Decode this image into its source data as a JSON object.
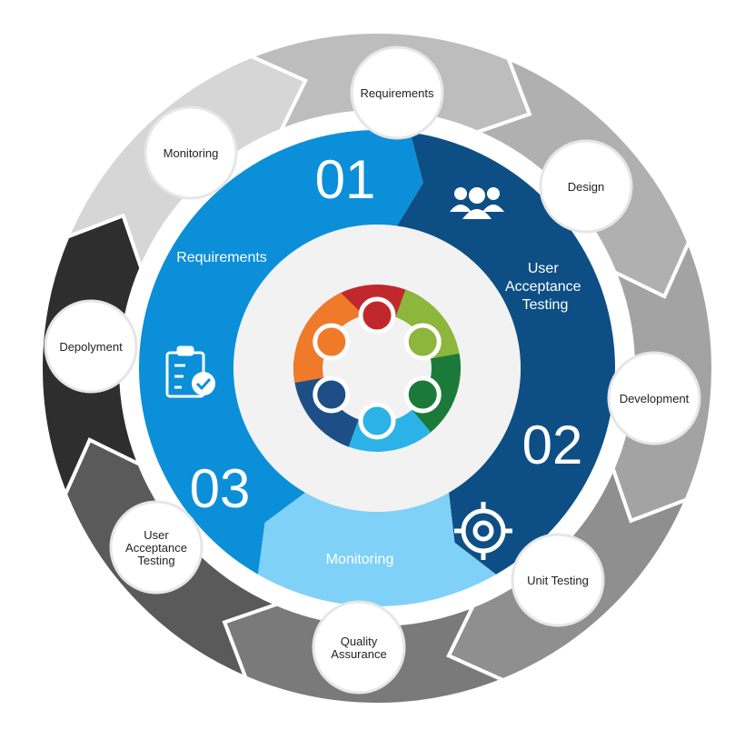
{
  "outer_steps": [
    {
      "lines": [
        "Requirements"
      ],
      "color": "#bdbdbd"
    },
    {
      "lines": [
        "Design"
      ],
      "color": "#b0b0b0"
    },
    {
      "lines": [
        "Development"
      ],
      "color": "#a3a3a3"
    },
    {
      "lines": [
        "Unit Testing"
      ],
      "color": "#8f8f8f"
    },
    {
      "lines": [
        "Quality",
        "Assurance"
      ],
      "color": "#7a7a7a"
    },
    {
      "lines": [
        "User",
        "Acceptance",
        "Testing"
      ],
      "color": "#5a5a5a"
    },
    {
      "lines": [
        "Depolyment"
      ],
      "color": "#2e2e2e"
    },
    {
      "lines": [
        "Monitoring"
      ],
      "color": "#d6d6d6"
    }
  ],
  "inner_phases": [
    {
      "number": "01",
      "label": "Requirements",
      "color": "#0b8fd8",
      "icon": "clipboard-check-icon"
    },
    {
      "number": "02",
      "label_lines": [
        "User",
        "Acceptance",
        "Testing"
      ],
      "color": "#0d4f85",
      "icon": "team-icon"
    },
    {
      "number": "03",
      "label": "Monitoring",
      "color": "#7fd1f7",
      "icon": "target-icon"
    }
  ],
  "center": {
    "icon": "people-circle-icon",
    "colors": [
      "#c0282d",
      "#8cb63c",
      "#1b7a3a",
      "#2bb2e6",
      "#1d4f86",
      "#ee7a2a"
    ]
  }
}
